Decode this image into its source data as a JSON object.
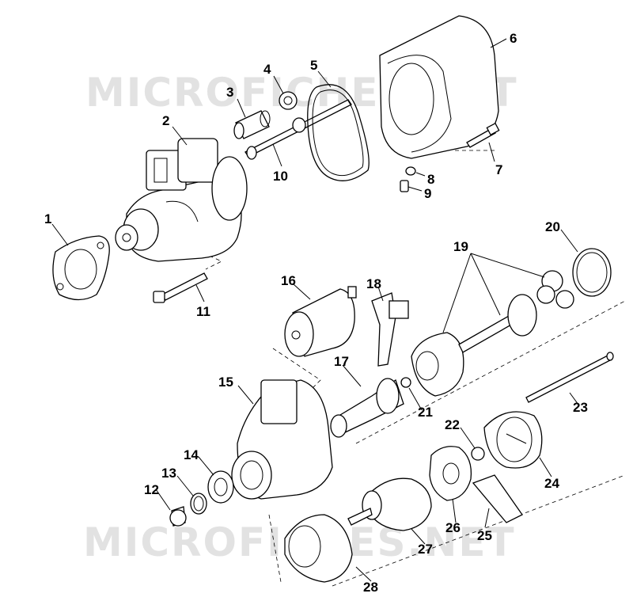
{
  "watermark": "MICROFICHES.NET",
  "callouts": {
    "c1": "1",
    "c2": "2",
    "c3": "3",
    "c4": "4",
    "c5": "5",
    "c6": "6",
    "c7": "7",
    "c8": "8",
    "c9": "9",
    "c10": "10",
    "c11": "11",
    "c12": "12",
    "c13": "13",
    "c14": "14",
    "c15": "15",
    "c16": "16",
    "c17": "17",
    "c18": "18",
    "c19": "19",
    "c20": "20",
    "c21": "21",
    "c22": "22",
    "c23": "23",
    "c24": "24",
    "c25": "25",
    "c26": "26",
    "c27": "27",
    "c28": "28"
  }
}
